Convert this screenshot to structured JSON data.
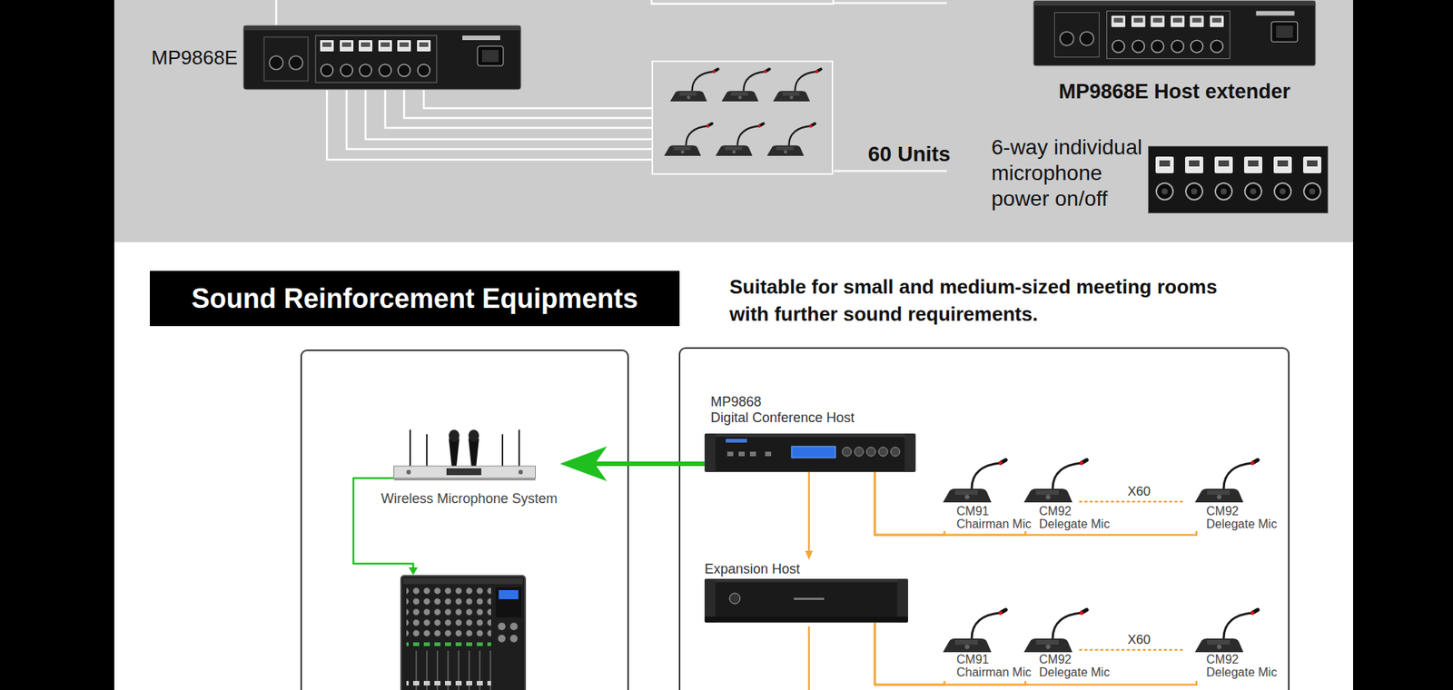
{
  "diagram": {
    "nodes": [
      {
        "text": [
          "MP9868E"
        ]
      },
      {
        "text": [
          "60 Units"
        ]
      },
      {
        "text": [
          "MP9868E Host extender"
        ]
      },
      {
        "text": [
          "6-way individual microphone power on/off"
        ]
      },
      {
        "text": [
          "Sound Reinforcement Equipments"
        ]
      },
      {
        "text": [
          "Wireless Microphone System"
        ]
      },
      {
        "text": [
          "MP9868",
          "Digital Conference Host"
        ]
      },
      {
        "text": [
          "CM91",
          "Chairman Mic"
        ]
      },
      {
        "text": [
          "CM92",
          "Delegate Mic"
        ]
      },
      {
        "text": [
          "CM92",
          "Delegate Mic"
        ]
      },
      {
        "text": [
          "Expansion Host"
        ]
      },
      {
        "text": [
          "CM91",
          "Chairman Mic"
        ]
      },
      {
        "text": [
          "CM92",
          "Delegate Mic"
        ]
      },
      {
        "text": [
          "CM92",
          "Delegate Mic"
        ]
      }
    ],
    "edges": [
      {
        "from": 0,
        "to": 1,
        "arrow": "none"
      },
      {
        "from": 0,
        "to": 1,
        "arrow": "none"
      },
      {
        "from": 0,
        "to": 1,
        "arrow": "none"
      },
      {
        "from": 0,
        "to": 1,
        "arrow": "none"
      },
      {
        "from": 0,
        "to": 1,
        "arrow": "none"
      },
      {
        "from": 0,
        "to": 1,
        "arrow": "none"
      },
      {
        "from": 6,
        "to": 5,
        "arrow": "to"
      },
      {
        "from": 6,
        "to": 10,
        "arrow": "to"
      },
      {
        "from": 6,
        "to": 7,
        "arrow": "none"
      },
      {
        "from": 6,
        "to": 8,
        "arrow": "none"
      },
      {
        "from": 6,
        "to": 9,
        "arrow": "none"
      },
      {
        "from": 10,
        "to": 11,
        "arrow": "none"
      },
      {
        "from": 10,
        "to": 12,
        "arrow": "none"
      },
      {
        "from": 10,
        "to": 13,
        "arrow": "none"
      }
    ],
    "labels": [
      "Suitable for small and medium-sized meeting rooms with further sound requirements.",
      "X60",
      "X60"
    ]
  }
}
